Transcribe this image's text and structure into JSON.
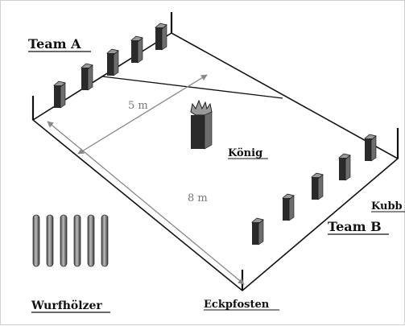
{
  "labels": {
    "team_a": "Team A",
    "team_b": "Team B",
    "koenig": "König",
    "kubb": "Kubb",
    "eckpfosten": "Eckpfosten",
    "wurfhoelzer": "Wurfhölzer",
    "width_measure": "5 m",
    "length_measure": "8 m"
  },
  "colors": {
    "outline": "#111111",
    "measure": "#888888",
    "block_front": "#2a2a2a",
    "block_side": "#6d6d6d",
    "block_top": "#9a9a9a",
    "stick": "#7a7a7a"
  }
}
